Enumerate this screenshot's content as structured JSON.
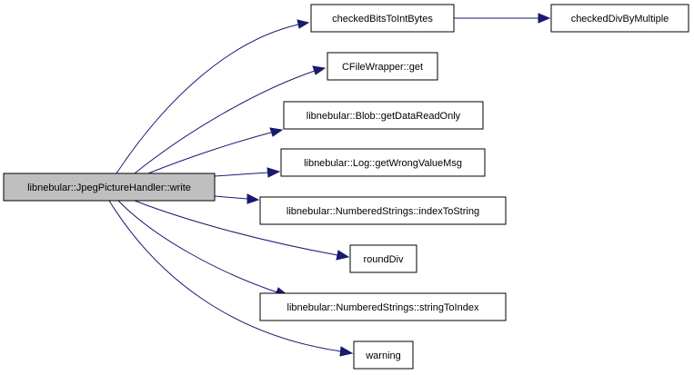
{
  "graph": {
    "root": "libnebular::JpegPictureHandler::write",
    "nodes": [
      {
        "id": "write",
        "label": "libnebular::JpegPictureHandler::write"
      },
      {
        "id": "checkedBits",
        "label": "checkedBitsToIntBytes"
      },
      {
        "id": "checkedDiv",
        "label": "checkedDivByMultiple"
      },
      {
        "id": "cfw",
        "label": "CFileWrapper::get"
      },
      {
        "id": "blob",
        "label": "libnebular::Blob::getDataReadOnly"
      },
      {
        "id": "log",
        "label": "libnebular::Log::getWrongValueMsg"
      },
      {
        "id": "idx2str",
        "label": "libnebular::NumberedStrings::indexToString"
      },
      {
        "id": "round",
        "label": "roundDiv"
      },
      {
        "id": "str2idx",
        "label": "libnebular::NumberedStrings::stringToIndex"
      },
      {
        "id": "warn",
        "label": "warning"
      }
    ],
    "edges": [
      {
        "from": "write",
        "to": "checkedBits"
      },
      {
        "from": "checkedBits",
        "to": "checkedDiv"
      },
      {
        "from": "write",
        "to": "cfw"
      },
      {
        "from": "write",
        "to": "blob"
      },
      {
        "from": "write",
        "to": "log"
      },
      {
        "from": "write",
        "to": "idx2str"
      },
      {
        "from": "write",
        "to": "round"
      },
      {
        "from": "write",
        "to": "str2idx"
      },
      {
        "from": "write",
        "to": "warn"
      }
    ],
    "colors": {
      "edge": "#191970",
      "root_fill": "#bfbfbf",
      "node_fill": "#ffffff",
      "node_border": "#000000"
    }
  }
}
